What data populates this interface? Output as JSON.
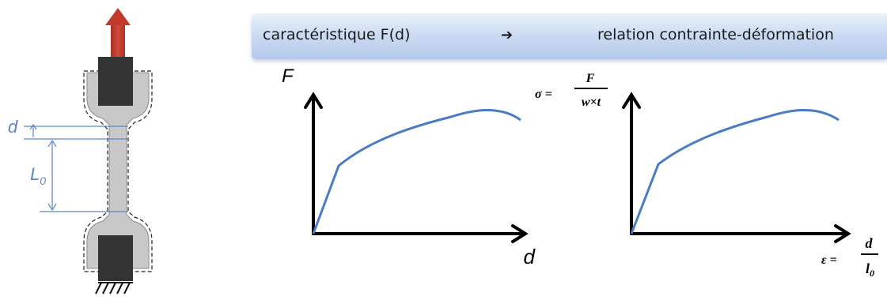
{
  "banner": {
    "left_text": "caractéristique F(d)",
    "arrow_glyph": "➔",
    "right_text": "relation contrainte-déformation"
  },
  "specimen": {
    "label_d": "d",
    "label_L": "L",
    "label_L_sub": "0"
  },
  "graph_left": {
    "y_label": "F",
    "x_label": "d"
  },
  "graph_right": {
    "y_symbol": "σ =",
    "y_numerator": "F",
    "y_denominator": "w×t",
    "x_symbol": "ε =",
    "x_numerator": "d",
    "x_denominator_base": "l",
    "x_denominator_sub": "0"
  },
  "colors": {
    "curve": "#4a7cc6",
    "dimension": "#5a86c9",
    "arrow_pull": "#c0392b",
    "grip": "#333333",
    "specimen": "#c8c8c8"
  }
}
